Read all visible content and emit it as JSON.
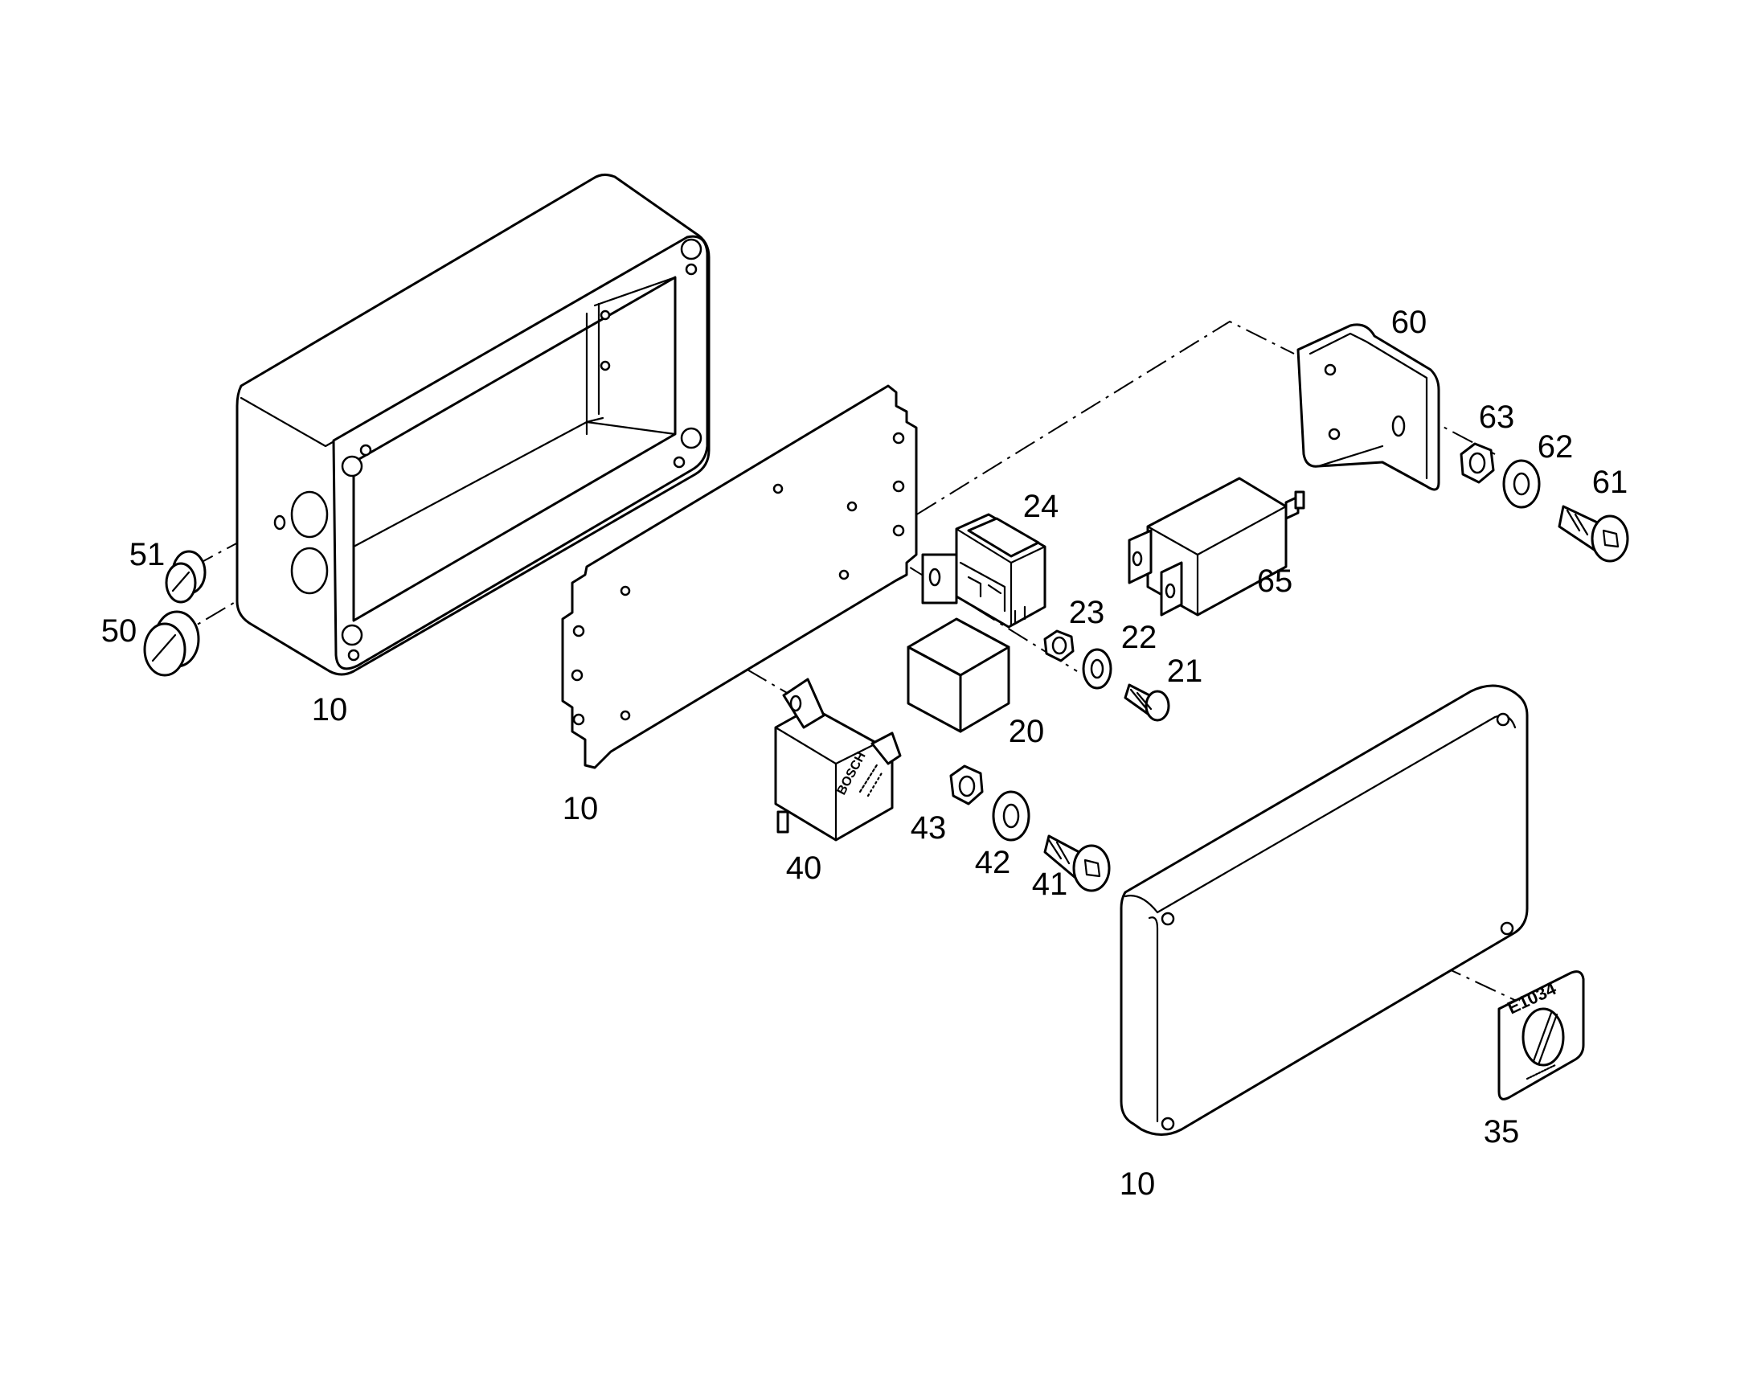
{
  "diagram": {
    "type": "exploded-parts-view",
    "line_color": "#000000",
    "background": "#ffffff",
    "part_labels": [
      {
        "id": "lbl_10_housing",
        "text": "10"
      },
      {
        "id": "lbl_51",
        "text": "51"
      },
      {
        "id": "lbl_50",
        "text": "50"
      },
      {
        "id": "lbl_10_plate",
        "text": "10"
      },
      {
        "id": "lbl_24",
        "text": "24"
      },
      {
        "id": "lbl_23",
        "text": "23"
      },
      {
        "id": "lbl_22",
        "text": "22"
      },
      {
        "id": "lbl_21",
        "text": "21"
      },
      {
        "id": "lbl_20",
        "text": "20"
      },
      {
        "id": "lbl_40",
        "text": "40"
      },
      {
        "id": "lbl_43",
        "text": "43"
      },
      {
        "id": "lbl_42",
        "text": "42"
      },
      {
        "id": "lbl_41",
        "text": "41"
      },
      {
        "id": "lbl_60",
        "text": "60"
      },
      {
        "id": "lbl_63",
        "text": "63"
      },
      {
        "id": "lbl_62",
        "text": "62"
      },
      {
        "id": "lbl_61",
        "text": "61"
      },
      {
        "id": "lbl_65",
        "text": "65"
      },
      {
        "id": "lbl_10_lid",
        "text": "10"
      },
      {
        "id": "lbl_35",
        "text": "35"
      }
    ],
    "relay_40_stamp": {
      "brand": "BOSCH"
    },
    "plate_35_stamp": {
      "code": "E1034"
    }
  }
}
